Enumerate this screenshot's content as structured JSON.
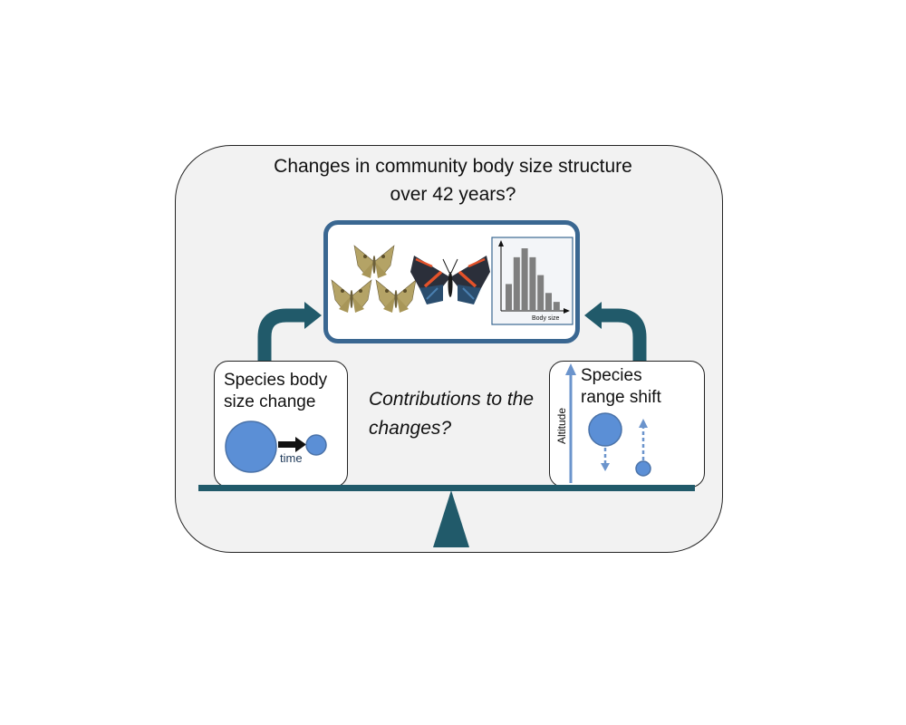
{
  "title": "Changes in community body size structure over 42 years?",
  "left_card": {
    "label": "Species body size change",
    "time_label": "time"
  },
  "right_card": {
    "label": "Species range shift",
    "axis_label": "Altitude"
  },
  "center_question": "Contributions to the changes?",
  "histogram": {
    "xlabel": "Body size",
    "values": [
      3,
      6,
      7,
      6,
      4,
      2,
      1
    ]
  },
  "colors": {
    "teal": "#215a6a",
    "accent_blue": "#3a6791",
    "circle_blue": "#5b8fd6",
    "arrow_blue": "#6b94cc"
  },
  "icons": [
    "moth-icon",
    "butterfly-icon",
    "histogram-icon",
    "seesaw-icon"
  ]
}
